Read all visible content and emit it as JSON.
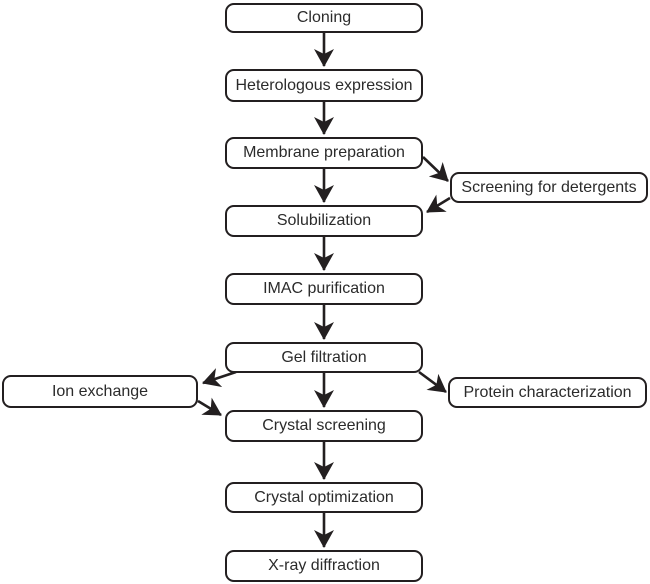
{
  "flowchart": {
    "description": "Membrane protein production and crystallography workflow flowchart",
    "colors": {
      "background": "#ffffff",
      "box_fill": "#ffffff",
      "box_border": "#231f20",
      "arrow": "#231f20",
      "text": "#2b2b2b"
    },
    "nodes": {
      "cloning": {
        "label": "Cloning"
      },
      "heterologous_expression": {
        "label": "Heterologous expression"
      },
      "membrane_preparation": {
        "label": "Membrane preparation"
      },
      "screening_for_detergents": {
        "label": "Screening for detergents"
      },
      "solubilization": {
        "label": "Solubilization"
      },
      "imac_purification": {
        "label": "IMAC purification"
      },
      "gel_filtration": {
        "label": "Gel filtration"
      },
      "ion_exchange": {
        "label": "Ion exchange"
      },
      "protein_characterization": {
        "label": "Protein characterization"
      },
      "crystal_screening": {
        "label": "Crystal screening"
      },
      "crystal_optimization": {
        "label": "Crystal optimization"
      },
      "xray_diffraction": {
        "label": "X-ray diffraction"
      }
    },
    "edges": [
      {
        "from": "cloning",
        "to": "heterologous_expression"
      },
      {
        "from": "heterologous_expression",
        "to": "membrane_preparation"
      },
      {
        "from": "membrane_preparation",
        "to": "solubilization"
      },
      {
        "from": "membrane_preparation",
        "to": "screening_for_detergents"
      },
      {
        "from": "screening_for_detergents",
        "to": "solubilization"
      },
      {
        "from": "solubilization",
        "to": "imac_purification"
      },
      {
        "from": "imac_purification",
        "to": "gel_filtration"
      },
      {
        "from": "gel_filtration",
        "to": "ion_exchange"
      },
      {
        "from": "gel_filtration",
        "to": "protein_characterization"
      },
      {
        "from": "gel_filtration",
        "to": "crystal_screening"
      },
      {
        "from": "ion_exchange",
        "to": "crystal_screening"
      },
      {
        "from": "crystal_screening",
        "to": "crystal_optimization"
      },
      {
        "from": "crystal_optimization",
        "to": "xray_diffraction"
      }
    ]
  }
}
